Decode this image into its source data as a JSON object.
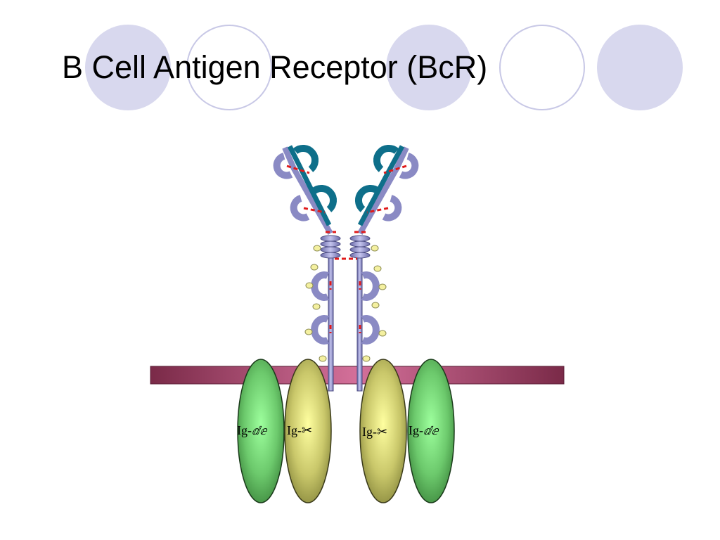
{
  "slide": {
    "title": "B Cell Antigen Receptor (BcR)"
  },
  "diagram": {
    "subunit_labels": [
      {
        "prefix": "Ig-",
        "symbol": "ⅆⅇ"
      },
      {
        "prefix": "Ig-",
        "symbol": "✂"
      },
      {
        "prefix": "Ig-",
        "symbol": "✂"
      },
      {
        "prefix": "Ig-",
        "symbol": "ⅆⅇ"
      }
    ]
  },
  "colors": {
    "circle_fill": "#d8d8ee",
    "circle_stroke": "#c8c8e6",
    "membrane": "#a84068",
    "heavy_chain": "#9a9ad0",
    "light_chain": "#0e6f8a",
    "disulfide": "#e01a1a",
    "glycan": "#f4f0a0",
    "ig_alpha": "#6cc96c",
    "ig_beta": "#b8b860"
  }
}
